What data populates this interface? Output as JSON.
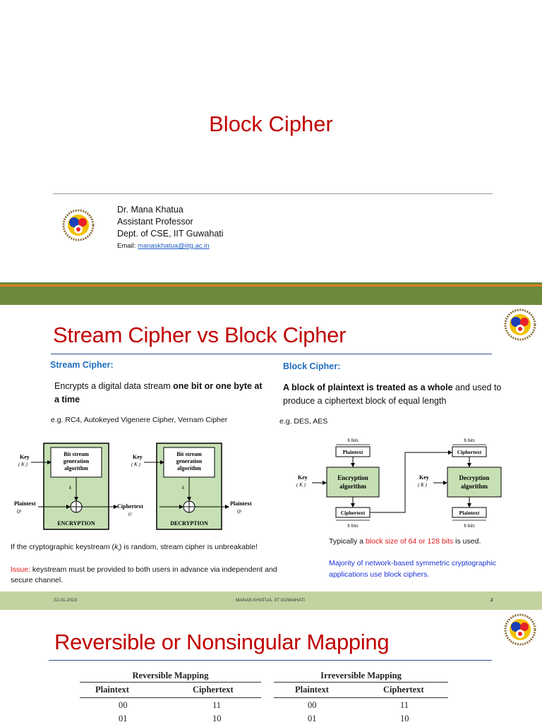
{
  "slide1": {
    "title": "Block Cipher",
    "author": {
      "name": "Dr. Mana Khatua",
      "role": "Assistant Professor",
      "dept": "Dept. of CSE, IIT Guwahati",
      "email_label": "Email:",
      "email": "manaskhatua@iitg.ac.in"
    }
  },
  "slide2": {
    "title": "Stream Cipher vs Block Cipher",
    "stream": {
      "heading": "Stream Cipher:",
      "desc_plain": "Encrypts a digital data stream ",
      "desc_bold": "one bit or one byte at a time",
      "examples": "e.g. RC4, Autokeyed Vigenere Cipher, Vernam Cipher",
      "diagram": {
        "key": "Key",
        "key_sym": "( K )",
        "box": [
          "Bit stream",
          "generation",
          "algorithm"
        ],
        "ki": "k",
        "ki_sub": "i",
        "plaintext": "Plaintext",
        "pi": "(p",
        "ciphertext": "Ciphertext",
        "ci": "(c",
        "encryption": "ENCRYPTION",
        "decryption": "DECRYPTION"
      },
      "note_pre": "If the cryptographic keystream (",
      "note_k": "k",
      "note_sub": "i",
      "note_post": ") is random, stream cipher is unbreakable!",
      "issue_label": "Issue:",
      "issue_text": " keystream must be provided to both users in advance via independent and secure channel."
    },
    "block": {
      "heading": "Block Cipher:",
      "desc_bold": "A block of plaintext is treated as a whole",
      "desc_plain": " and used to produce a ciphertext block of equal length",
      "examples": "e.g. DES, AES",
      "diagram": {
        "bbits": "b bits",
        "plaintext": "Plaintext",
        "ciphertext": "Ciphertext",
        "key": "Key",
        "key_sym": "( K )",
        "enc": [
          "Encryption",
          "algorithm"
        ],
        "dec": [
          "Decryption",
          "algorithm"
        ]
      },
      "size_pre": "Typically a ",
      "size_red": "block size of 64 or 128 bits",
      "size_post": " is used.",
      "majority": "Majority of network-based symmetric cryptographic applications use block ciphers."
    },
    "footer": {
      "date": "22-01-2023",
      "author": "MANAS KHATUA, IIT GUWAHATI",
      "page": "2"
    }
  },
  "slide3": {
    "title": "Reversible or Nonsingular Mapping",
    "reversible": {
      "caption": "Reversible Mapping",
      "headers": [
        "Plaintext",
        "Ciphertext"
      ],
      "rows": [
        [
          "00",
          "11"
        ],
        [
          "01",
          "10"
        ]
      ]
    },
    "irreversible": {
      "caption": "Irreversible Mapping",
      "headers": [
        "Plaintext",
        "Ciphertext"
      ],
      "rows": [
        [
          "00",
          "11"
        ],
        [
          "01",
          "10"
        ]
      ]
    }
  },
  "colors": {
    "title_red": "#c00000",
    "heading_blue": "#1f6ebd",
    "band_olive": "#6b8a3c",
    "band_orange": "#e07b22",
    "footer_green": "#c2d3a0",
    "diagram_green": "#c6e0b4"
  }
}
